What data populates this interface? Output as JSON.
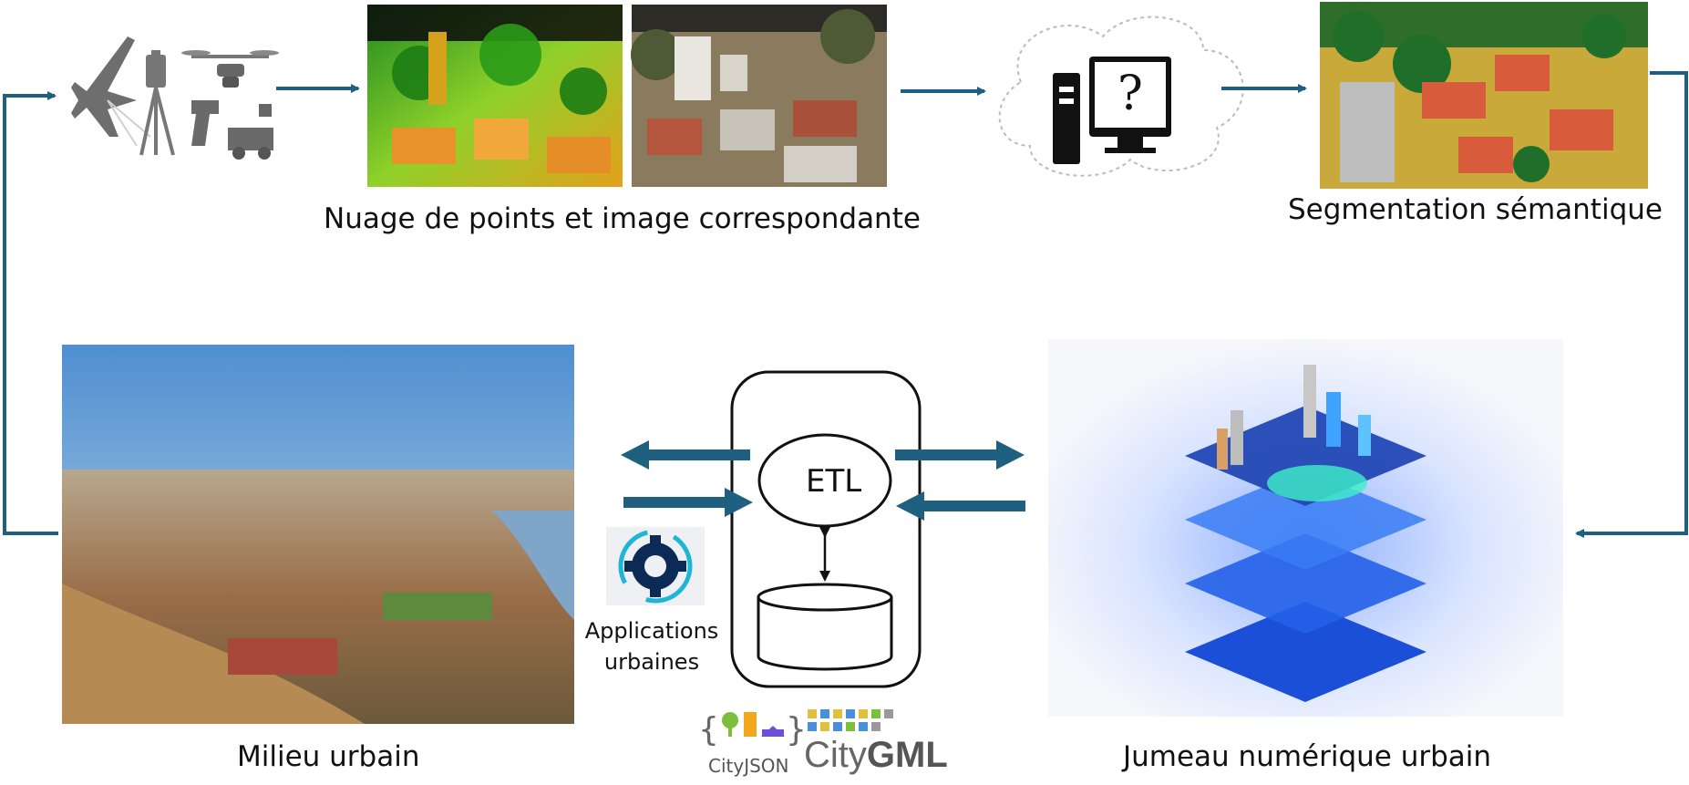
{
  "labels": {
    "point_cloud": "Nuage de points et image correspondante",
    "segmentation": "Segmentation sémantique",
    "urban_environment": "Milieu urbain",
    "digital_twin": "Jumeau numérique urbain",
    "applications_line1": "Applications",
    "applications_line2": "urbaines",
    "etl": "ETL"
  },
  "logos": {
    "cityjson": "CityJSON",
    "citygml_prefix": "City",
    "citygml_suffix": "GML"
  },
  "colors": {
    "arrow": "#1f5f7f",
    "outline": "#111111",
    "gear": "#0b2a55",
    "gear_accent": "#1fb6d6"
  }
}
